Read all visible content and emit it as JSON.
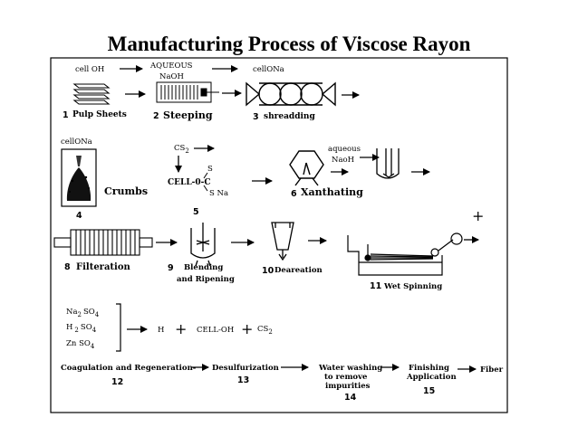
{
  "title": "Manufacturing Process of Viscose Rayon",
  "row1": {
    "cell_oh": "cell OH",
    "aqueous": "AQUEOUS",
    "naoh": "NaOH",
    "cellona": "cellONa",
    "num1": "1",
    "label1": "Pulp Sheets",
    "num2": "2",
    "label2": "Steeping",
    "num3": "3",
    "label3": "shreadding"
  },
  "row2": {
    "cellona": "cellONa",
    "crumbs": "Crumbs",
    "num4": "4",
    "cs2": "CS",
    "cs2_sub": "2",
    "formula_s": "S",
    "formula_cell": "CELL-0-C",
    "formula_sna": "S  Na",
    "num5": "5",
    "num6": "6",
    "label6": "Xanthating",
    "aqueous": "aqueous",
    "naoh": "NaoH"
  },
  "row3": {
    "plus": "+",
    "num8": "8",
    "label8": "Filteration",
    "num9": "9",
    "label9a": "Blending",
    "label9b": "and Ripening",
    "num10": "10",
    "label10": "Deareation",
    "num11": "11",
    "label11": "Wet Spinning"
  },
  "row4": {
    "chem1": "Na",
    "chem1_sub": "2",
    "chem1_b": "SO",
    "chem1_sub2": "4",
    "chem2": "H",
    "chem2_sub": "2",
    "chem2_b": "SO",
    "chem2_sub2": "4",
    "chem3": "Zn SO",
    "chem3_sub": "4",
    "prod_h": "H",
    "plus1": "+",
    "prod_cell": "CELL-OH",
    "plus2": "+",
    "prod_cs": "CS",
    "prod_cs_sub": "2"
  },
  "row5": {
    "label12": "Coagulation and Regeneration-",
    "num12": "12",
    "label13": "Desulfurization",
    "num13": "13",
    "label14a": "Water washing",
    "label14b": "to remove",
    "label14c": "impurities",
    "num14": "14",
    "label15a": "Finishing",
    "label15b": "Application",
    "num15": "15",
    "label16": "Fiber"
  }
}
